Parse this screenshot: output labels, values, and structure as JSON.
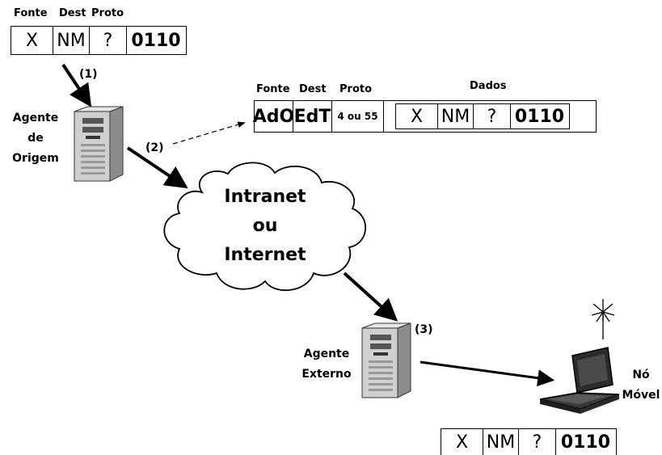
{
  "packet_top": {
    "headers": [
      "Fonte",
      "Dest",
      "Proto"
    ],
    "cells": [
      "X",
      "NM",
      "?",
      "0110"
    ]
  },
  "packet_encapsulated": {
    "headers": [
      "Fonte",
      "Dest",
      "Proto"
    ],
    "data_header": "Dados",
    "outer_cells": [
      "AdO",
      "EdT",
      "4 ou 55"
    ],
    "inner_cells": [
      "X",
      "NM",
      "?",
      "0110"
    ]
  },
  "packet_bottom": {
    "cells": [
      "X",
      "NM",
      "?",
      "0110"
    ]
  },
  "steps": [
    "(1)",
    "(2)",
    "(3)"
  ],
  "nodes": {
    "origin_agent": [
      "Agente",
      "de",
      "Origem"
    ],
    "foreign_agent": [
      "Agente",
      "Externo"
    ],
    "mobile_node": [
      "Nó",
      "Móvel"
    ]
  },
  "cloud": [
    "Intranet",
    "ou",
    "Internet"
  ]
}
